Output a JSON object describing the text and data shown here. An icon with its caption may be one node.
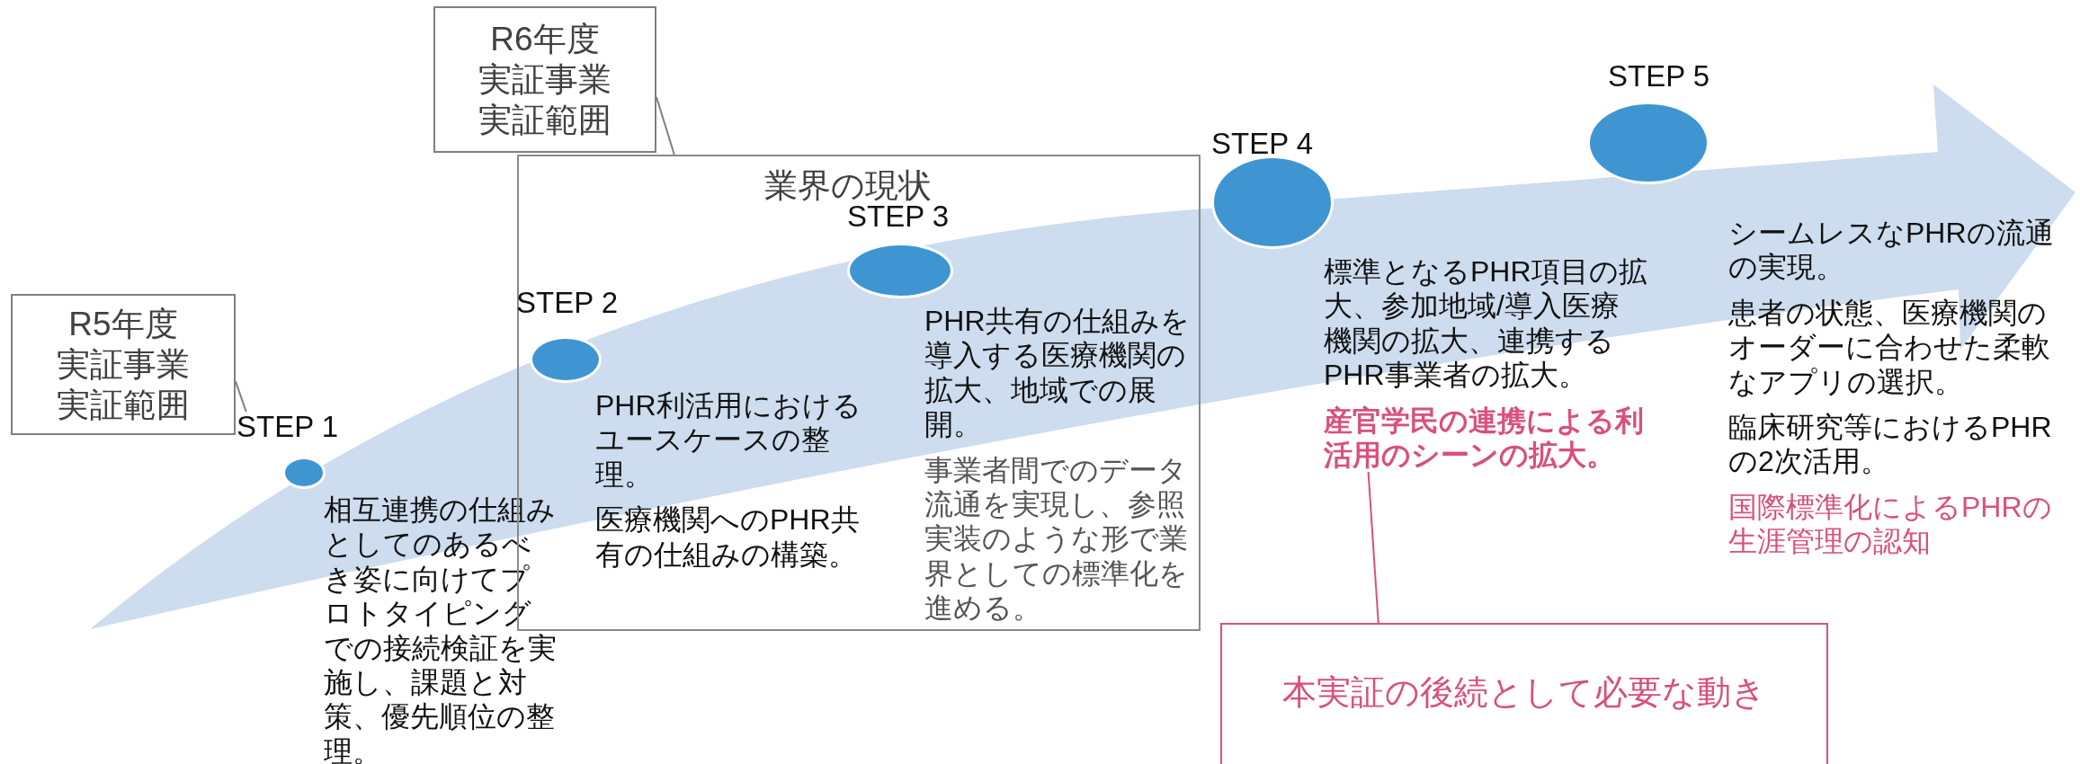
{
  "diagram": {
    "nodes": [
      {
        "text": [
          "R5年度実証事業実証範囲"
        ]
      },
      {
        "text": [
          "STEP 1"
        ],
        "beside": [
          "相互連携の仕組みとしてのあるべき姿に向けてプロトタイピングでの接続検証を実施し、課題と対策、優先順位の整理。"
        ]
      },
      {
        "text": [
          "R6年度実証事業実証範囲"
        ]
      },
      {
        "text": [
          "業界の現状"
        ]
      },
      {
        "text": [
          "STEP 2"
        ],
        "in": 3,
        "beside": [
          "PHR利活用におけるユースケースの整理。",
          "医療機関へのPHR共有の仕組みの構築。"
        ]
      },
      {
        "text": [
          "STEP 3"
        ],
        "in": 3,
        "beside": [
          "PHR共有の仕組みを導入する医療機関の拡大、地域での展開。",
          "事業者間でのデータ流通を実現し、参照実装のような形で業界としての標準化を進める。"
        ]
      },
      {
        "text": [
          "STEP 4"
        ],
        "beside": [
          "標準となるPHR項目の拡大、参加地域/導入医療機関の拡大、連携するPHR事業者の拡大。",
          "産官学民の連携による利活用のシーンの拡大。"
        ]
      },
      {
        "text": [
          "STEP 5"
        ],
        "beside": [
          "シームレスなPHRの流通の実現。",
          "患者の状態、医療機関のオーダーに合わせた柔軟なアプリの選択。",
          "臨床研究等におけるPHRの2次活用。",
          "国際標準化によるPHRの生涯管理の認知"
        ]
      },
      {
        "text": [
          "本実証の後続として必要な動き"
        ]
      }
    ],
    "edges": [
      {
        "from": 0,
        "to": 1,
        "arrow": "none"
      },
      {
        "from": 2,
        "to": 3,
        "arrow": "none"
      },
      {
        "from": 8,
        "to": 6,
        "arrow": "none",
        "color": "#d9507a"
      }
    ]
  }
}
